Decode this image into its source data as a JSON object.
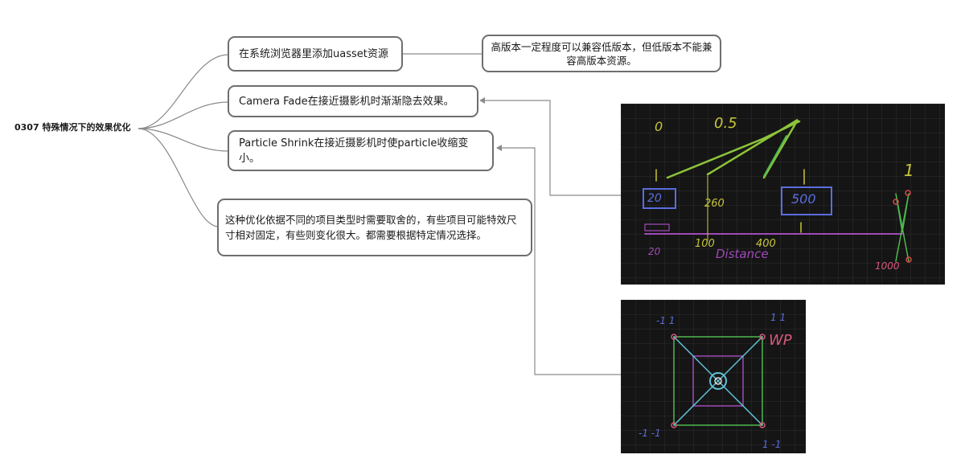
{
  "root": {
    "label": "0307 特殊情况下的效果优化"
  },
  "nodes": [
    {
      "text": "在系统浏览器里添加uasset资源"
    },
    {
      "text": "Camera Fade在接近摄影机时渐渐隐去效果。"
    },
    {
      "text": "Particle Shrink在接近摄影机时使particle收缩变小。"
    },
    {
      "text": "这种优化依据不同的项目类型时需要取舍的，有些项目可能特效尺寸相对固定，有些则变化很大。都需要根据特定情况选择。"
    }
  ],
  "note": {
    "text": "高版本一定程度可以兼容低版本，但低版本不能兼容高版本资源。"
  },
  "sketch1": {
    "labels": [
      "0",
      "0.5",
      "1",
      "20",
      "260",
      "500",
      "100",
      "400",
      "20",
      "Distance",
      "1000"
    ]
  },
  "sketch2": {
    "labels": [
      "-1 1",
      "1 1",
      "WP",
      "-1 -1",
      "1 -1"
    ]
  },
  "colors": {
    "border": "#6e6e6e",
    "connector": "#8a8a8a",
    "panel": "#151515"
  }
}
